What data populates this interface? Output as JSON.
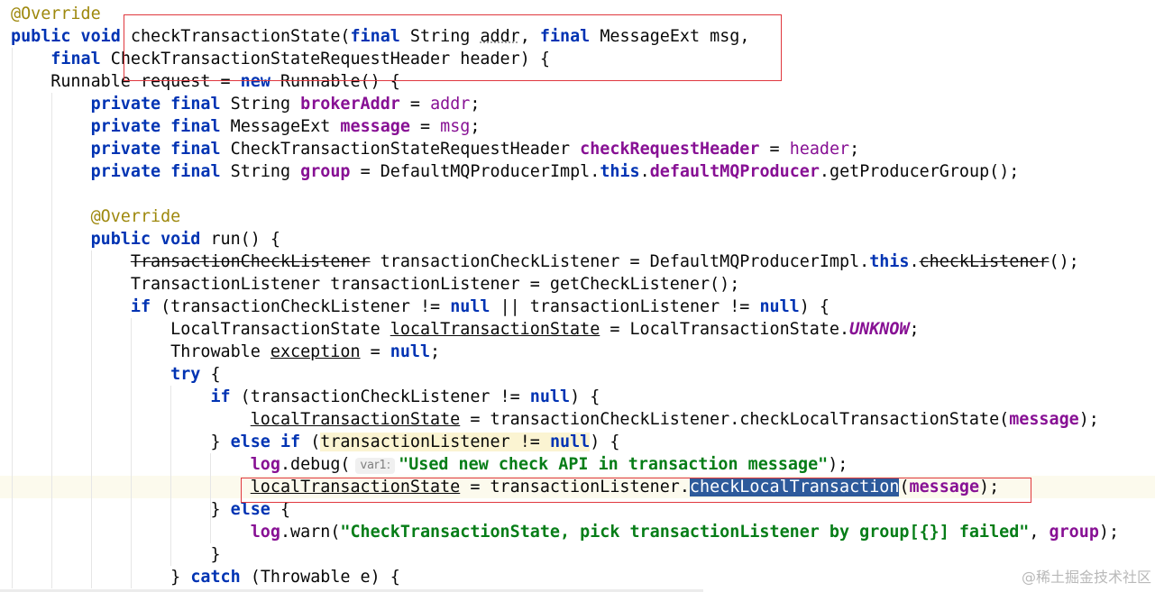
{
  "lines": [
    [
      {
        "t": "@Override",
        "c": "ann"
      }
    ],
    [
      {
        "t": "public",
        "c": "kw"
      },
      {
        "t": " "
      },
      {
        "t": "void",
        "c": "kw"
      },
      {
        "t": " checkTransactionState("
      },
      {
        "t": "final",
        "c": "kw"
      },
      {
        "t": " String "
      },
      {
        "t": "addr",
        "c": "dotted"
      },
      {
        "t": ", "
      },
      {
        "t": "final",
        "c": "kw"
      },
      {
        "t": " MessageExt msg,"
      }
    ],
    [
      {
        "t": "    "
      },
      {
        "t": "final",
        "c": "kw"
      },
      {
        "t": " CheckTransactionStateRequestHeader header) {"
      }
    ],
    [
      {
        "t": "    Runnable request = "
      },
      {
        "t": "new",
        "c": "kw"
      },
      {
        "t": " Runnable() {"
      }
    ],
    [
      {
        "t": "        "
      },
      {
        "t": "private",
        "c": "kw"
      },
      {
        "t": " "
      },
      {
        "t": "final",
        "c": "kw"
      },
      {
        "t": " String "
      },
      {
        "t": "brokerAddr",
        "c": "fld"
      },
      {
        "t": " = "
      },
      {
        "t": "addr",
        "c": "par"
      },
      {
        "t": ";"
      }
    ],
    [
      {
        "t": "        "
      },
      {
        "t": "private",
        "c": "kw"
      },
      {
        "t": " "
      },
      {
        "t": "final",
        "c": "kw"
      },
      {
        "t": " MessageExt "
      },
      {
        "t": "message",
        "c": "fld"
      },
      {
        "t": " = "
      },
      {
        "t": "msg",
        "c": "par"
      },
      {
        "t": ";"
      }
    ],
    [
      {
        "t": "        "
      },
      {
        "t": "private",
        "c": "kw"
      },
      {
        "t": " "
      },
      {
        "t": "final",
        "c": "kw"
      },
      {
        "t": " CheckTransactionStateRequestHeader "
      },
      {
        "t": "checkRequestHeader",
        "c": "fld"
      },
      {
        "t": " = "
      },
      {
        "t": "header",
        "c": "par"
      },
      {
        "t": ";"
      }
    ],
    [
      {
        "t": "        "
      },
      {
        "t": "private",
        "c": "kw"
      },
      {
        "t": " "
      },
      {
        "t": "final",
        "c": "kw"
      },
      {
        "t": " String "
      },
      {
        "t": "group",
        "c": "fld"
      },
      {
        "t": " = DefaultMQProducerImpl."
      },
      {
        "t": "this",
        "c": "kw"
      },
      {
        "t": "."
      },
      {
        "t": "defaultMQProducer",
        "c": "fld"
      },
      {
        "t": ".getProducerGroup();"
      }
    ],
    [
      {
        "t": ""
      }
    ],
    [
      {
        "t": "        "
      },
      {
        "t": "@Override",
        "c": "ann"
      }
    ],
    [
      {
        "t": "        "
      },
      {
        "t": "public",
        "c": "kw"
      },
      {
        "t": " "
      },
      {
        "t": "void",
        "c": "kw"
      },
      {
        "t": " run() {"
      }
    ],
    [
      {
        "t": "            "
      },
      {
        "t": "TransactionCheckListener",
        "c": "strike"
      },
      {
        "t": " transactionCheckListener = DefaultMQProducerImpl."
      },
      {
        "t": "this",
        "c": "kw"
      },
      {
        "t": "."
      },
      {
        "t": "checkListener",
        "c": "strike"
      },
      {
        "t": "();"
      }
    ],
    [
      {
        "t": "            TransactionListener transactionListener = getCheckListener();"
      }
    ],
    [
      {
        "t": "            "
      },
      {
        "t": "if",
        "c": "kw"
      },
      {
        "t": " (transactionCheckListener != "
      },
      {
        "t": "null",
        "c": "kw"
      },
      {
        "t": " || transactionListener != "
      },
      {
        "t": "null",
        "c": "kw"
      },
      {
        "t": ") {"
      }
    ],
    [
      {
        "t": "                LocalTransactionState "
      },
      {
        "t": "localTransactionState",
        "c": "ul"
      },
      {
        "t": " = LocalTransactionState."
      },
      {
        "t": "UNKNOW",
        "c": "const"
      },
      {
        "t": ";"
      }
    ],
    [
      {
        "t": "                Throwable "
      },
      {
        "t": "exception",
        "c": "ul"
      },
      {
        "t": " = "
      },
      {
        "t": "null",
        "c": "kw"
      },
      {
        "t": ";"
      }
    ],
    [
      {
        "t": "                "
      },
      {
        "t": "try",
        "c": "kw"
      },
      {
        "t": " {"
      }
    ],
    [
      {
        "t": "                    "
      },
      {
        "t": "if",
        "c": "kw"
      },
      {
        "t": " (transactionCheckListener != "
      },
      {
        "t": "null",
        "c": "kw"
      },
      {
        "t": ") {"
      }
    ],
    [
      {
        "t": "                        "
      },
      {
        "t": "localTransactionState",
        "c": "ul"
      },
      {
        "t": " = transactionCheckListener.checkLocalTransactionState("
      },
      {
        "t": "message",
        "c": "fld"
      },
      {
        "t": ");"
      }
    ],
    [
      {
        "t": "                    } "
      },
      {
        "t": "else",
        "c": "kw"
      },
      {
        "t": " "
      },
      {
        "t": "if",
        "c": "kw"
      },
      {
        "t": " ("
      },
      {
        "t": "transactionListener ",
        "c": "usage"
      },
      {
        "t": "!= ",
        "c": "usage"
      },
      {
        "t": "null",
        "c": "kw usage"
      },
      {
        "t": ") {"
      }
    ],
    [
      {
        "t": "                        "
      },
      {
        "t": "log",
        "c": "fld"
      },
      {
        "t": ".debug("
      },
      {
        "hint": "var1:"
      },
      {
        "t": "\"Used new check API in transaction message\"",
        "c": "str"
      },
      {
        "t": ");"
      }
    ],
    [
      {
        "t": "                        "
      },
      {
        "t": "localTransactionState",
        "c": "ul"
      },
      {
        "t": " = transactionListener."
      },
      {
        "t": "checkLocalTransaction",
        "c": "sel"
      },
      {
        "t": "("
      },
      {
        "t": "message",
        "c": "fld"
      },
      {
        "t": ");"
      }
    ],
    [
      {
        "t": "                    } "
      },
      {
        "t": "else",
        "c": "kw"
      },
      {
        "t": " {"
      }
    ],
    [
      {
        "t": "                        "
      },
      {
        "t": "log",
        "c": "fld"
      },
      {
        "t": ".warn("
      },
      {
        "t": "\"CheckTransactionState, pick transactionListener by group[{}] failed\"",
        "c": "str"
      },
      {
        "t": ", "
      },
      {
        "t": "group",
        "c": "fld"
      },
      {
        "t": ");"
      }
    ],
    [
      {
        "t": "                    }"
      }
    ],
    [
      {
        "t": "                } "
      },
      {
        "t": "catch",
        "c": "kw"
      },
      {
        "t": " (Throwable e) {"
      }
    ]
  ],
  "watermark": "@稀土掘金技术社区",
  "colors": {
    "keyword": "#0033b3",
    "annotation": "#9e880d",
    "field": "#871094",
    "string": "#067d17",
    "current_line": "#fcfaed",
    "selection": "#2d5a9b",
    "highlight_box": "#e0383e"
  }
}
